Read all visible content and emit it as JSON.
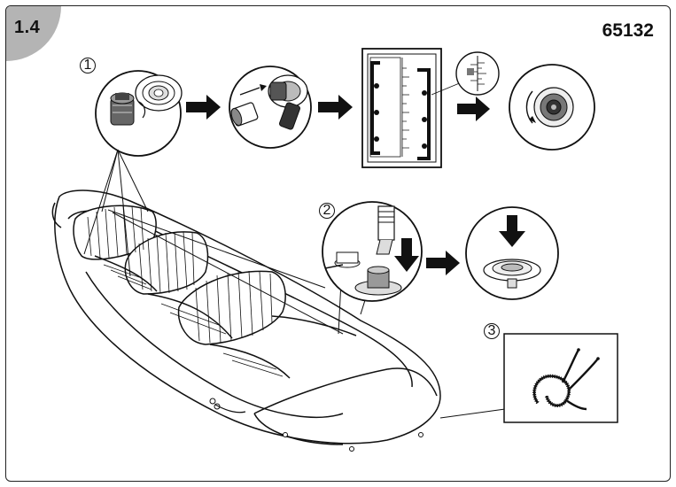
{
  "step_label": "1.4",
  "model_number": "65132",
  "step_markers": [
    "1",
    "2",
    "3"
  ]
}
